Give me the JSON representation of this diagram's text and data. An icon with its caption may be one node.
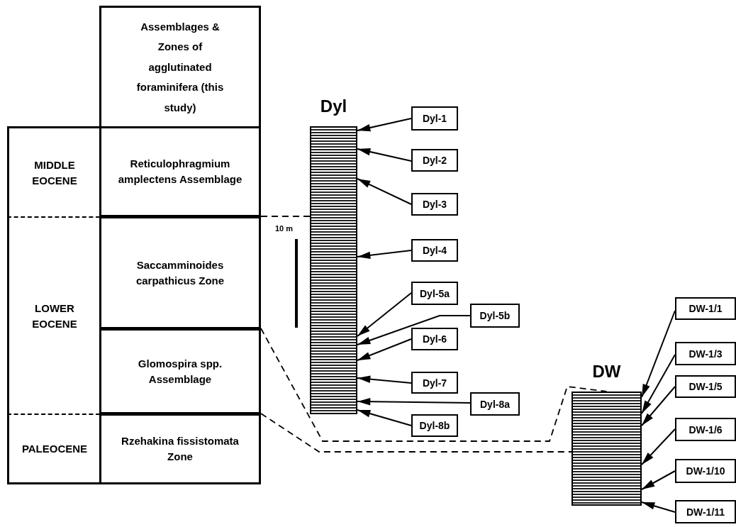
{
  "diagram": {
    "nodes": [
      {
        "text": [
          "Assemblages & Zones of agglutinated foraminifera (this study)"
        ]
      },
      {
        "text": [
          "MIDDLE EOCENE"
        ]
      },
      {
        "text": [
          "LOWER EOCENE"
        ]
      },
      {
        "text": [
          "PALEOCENE"
        ]
      },
      {
        "text": [
          "Reticulophragmium amplectens Assemblage"
        ]
      },
      {
        "text": [
          "Saccamminoides carpathicus Zone"
        ]
      },
      {
        "text": [
          "Glomospira spp. Assemblage"
        ]
      },
      {
        "text": [
          "Rzehakina fissistomata Zone"
        ]
      },
      {
        "text": [
          "Dyl"
        ]
      },
      {
        "text": [
          "DW"
        ]
      },
      {
        "text": [
          "Dyl-1"
        ]
      },
      {
        "text": [
          "Dyl-2"
        ]
      },
      {
        "text": [
          "Dyl-3"
        ]
      },
      {
        "text": [
          "Dyl-4"
        ]
      },
      {
        "text": [
          "Dyl-5a"
        ]
      },
      {
        "text": [
          "Dyl-5b"
        ]
      },
      {
        "text": [
          "Dyl-6"
        ]
      },
      {
        "text": [
          "Dyl-7"
        ]
      },
      {
        "text": [
          "Dyl-8a"
        ]
      },
      {
        "text": [
          "Dyl-8b"
        ]
      },
      {
        "text": [
          "DW-1/1"
        ]
      },
      {
        "text": [
          "DW-1/3"
        ]
      },
      {
        "text": [
          "DW-1/5"
        ]
      },
      {
        "text": [
          "DW-1/6"
        ]
      },
      {
        "text": [
          "DW-1/10"
        ]
      },
      {
        "text": [
          "DW-1/11"
        ]
      }
    ],
    "edges": [
      {
        "from": 10,
        "to": 8,
        "arrow": "to"
      },
      {
        "from": 11,
        "to": 8,
        "arrow": "to"
      },
      {
        "from": 12,
        "to": 8,
        "arrow": "to"
      },
      {
        "from": 13,
        "to": 8,
        "arrow": "to"
      },
      {
        "from": 14,
        "to": 8,
        "arrow": "to"
      },
      {
        "from": 15,
        "to": 8,
        "arrow": "to"
      },
      {
        "from": 16,
        "to": 8,
        "arrow": "to"
      },
      {
        "from": 17,
        "to": 8,
        "arrow": "to"
      },
      {
        "from": 18,
        "to": 8,
        "arrow": "to"
      },
      {
        "from": 19,
        "to": 8,
        "arrow": "to"
      },
      {
        "from": 20,
        "to": 9,
        "arrow": "to"
      },
      {
        "from": 21,
        "to": 9,
        "arrow": "to"
      },
      {
        "from": 22,
        "to": 9,
        "arrow": "to"
      },
      {
        "from": 23,
        "to": 9,
        "arrow": "to"
      },
      {
        "from": 24,
        "to": 9,
        "arrow": "to"
      },
      {
        "from": 25,
        "to": 9,
        "arrow": "to"
      },
      {
        "from": 4,
        "to": 8,
        "arrow": "none",
        "style": "dashed"
      },
      {
        "from": 5,
        "to": 9,
        "arrow": "none",
        "style": "dashed"
      },
      {
        "from": 6,
        "to": 9,
        "arrow": "none",
        "style": "dashed"
      }
    ],
    "labels": [
      "10 m"
    ]
  }
}
